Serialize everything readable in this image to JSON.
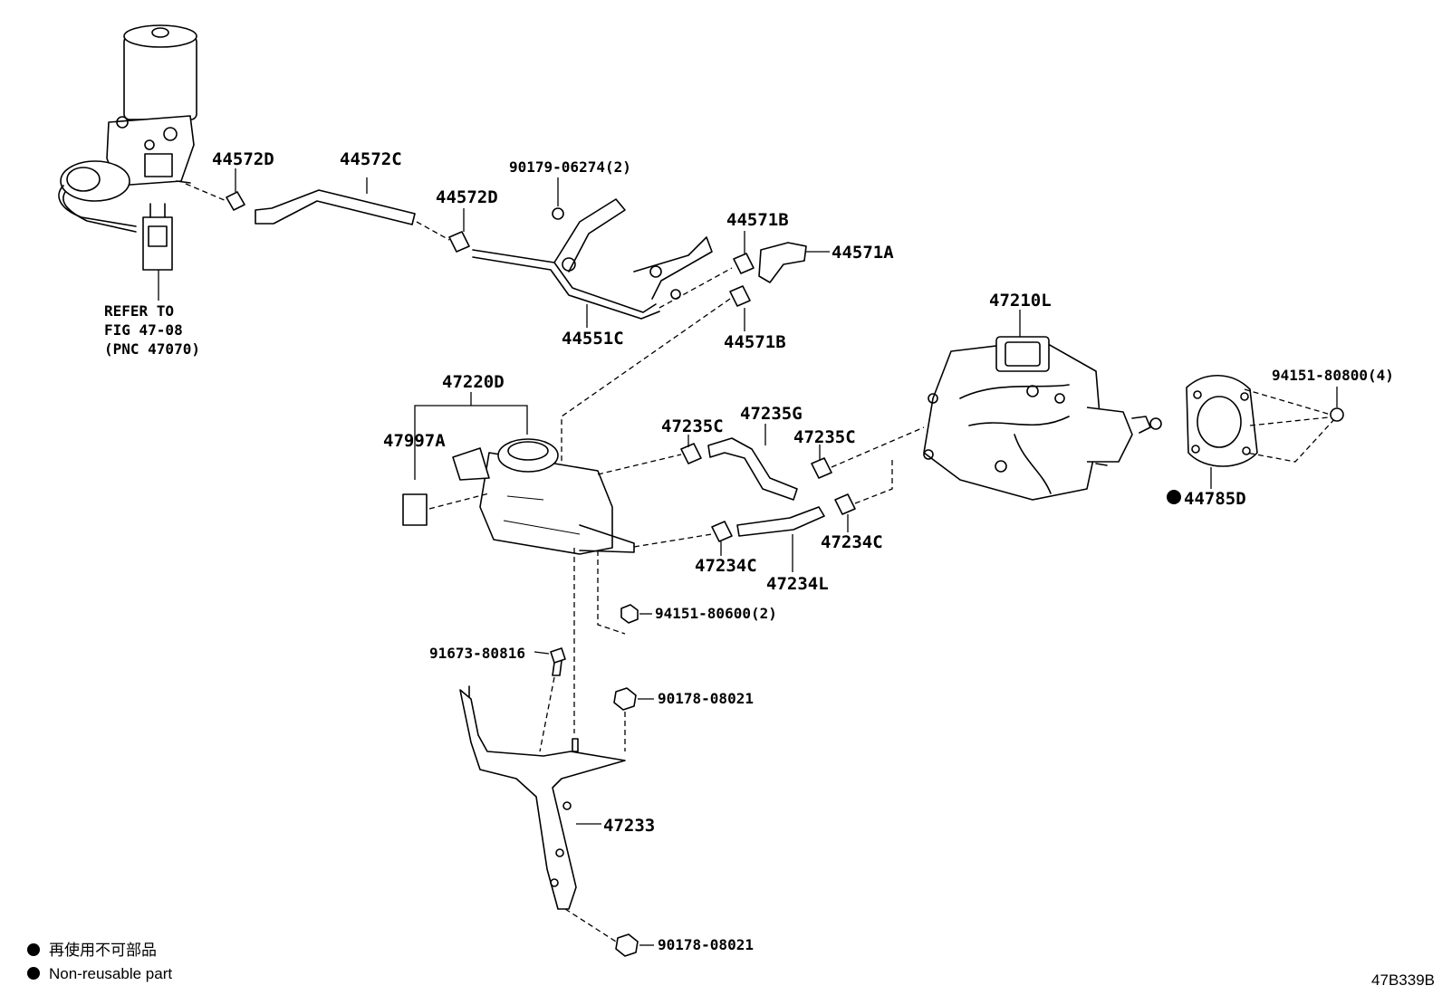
{
  "diagram": {
    "labels": {
      "p44572D_a": "44572D",
      "p44572C": "44572C",
      "p44572D_b": "44572D",
      "p90179": "90179-06274(2)",
      "p44571B_a": "44571B",
      "p44571A": "44571A",
      "p44551C": "44551C",
      "p44571B_b": "44571B",
      "refer1": "REFER TO",
      "refer2": "FIG 47-08",
      "refer3": "(PNC 47070)",
      "p47220D": "47220D",
      "p47997A": "47997A",
      "p47235C_a": "47235C",
      "p47235G": "47235G",
      "p47235C_b": "47235C",
      "p47210L": "47210L",
      "p94151_808": "94151-80800(4)",
      "p44785D": "44785D",
      "p47234C_a": "47234C",
      "p47234L": "47234L",
      "p47234C_b": "47234C",
      "p94151_806": "94151-80600(2)",
      "p91673": "91673-80816",
      "p90178_a": "90178-08021",
      "p47233": "47233",
      "p90178_b": "90178-08021"
    },
    "legend": {
      "line1": "再使用不可部品",
      "line2": "Non-reusable part"
    },
    "figure_code": "47B339B"
  }
}
